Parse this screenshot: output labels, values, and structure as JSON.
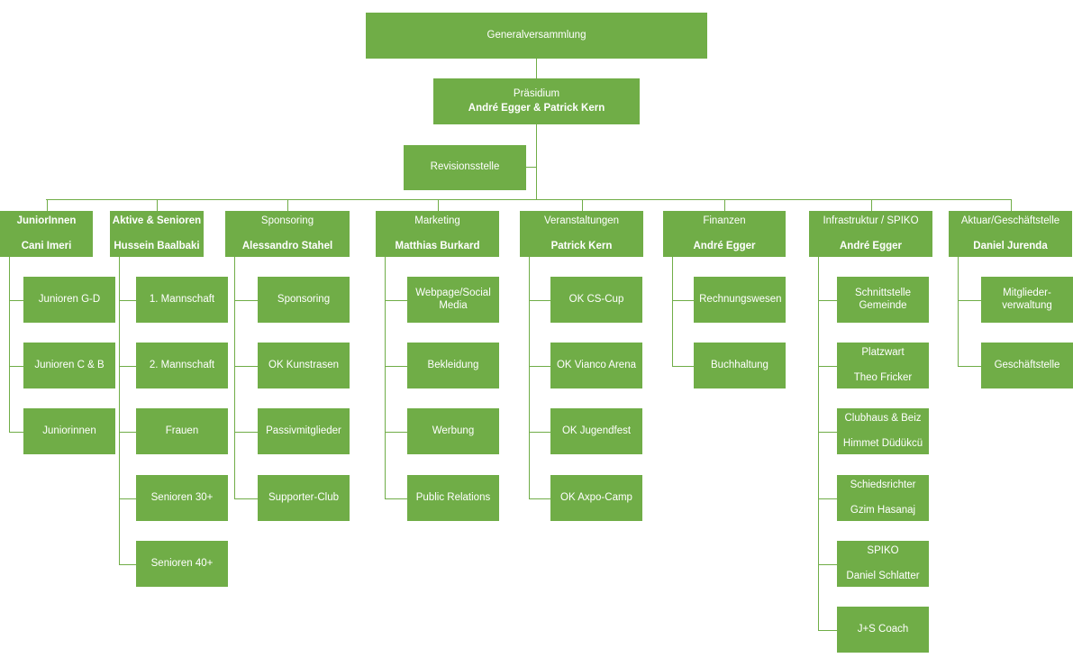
{
  "top": {
    "label": "Generalversammlung"
  },
  "praesidium": {
    "title": "Präsidium",
    "names": "André Egger & Patrick Kern"
  },
  "revision": {
    "label": "Revisionsstelle"
  },
  "departments": [
    {
      "title": "JuniorInnen",
      "lead": "Cani Imeri",
      "children": [
        "Junioren G-D",
        "Junioren C & B",
        "Juniorinnen"
      ]
    },
    {
      "title": "Aktive & Senioren",
      "lead": "Hussein Baalbaki",
      "children": [
        "1. Mannschaft",
        "2. Mannschaft",
        "Frauen",
        "Senioren 30+",
        "Senioren 40+"
      ]
    },
    {
      "title": "Sponsoring",
      "lead": "Alessandro Stahel",
      "children": [
        "Sponsoring",
        "OK Kunstrasen",
        "Passivmitglieder",
        "Supporter-Club"
      ]
    },
    {
      "title": "Marketing",
      "lead": "Matthias Burkard",
      "children": [
        "Webpage/Social Media",
        "Bekleidung",
        "Werbung",
        "Public Relations"
      ]
    },
    {
      "title": "Veranstaltungen",
      "lead": "Patrick Kern",
      "children": [
        "OK CS-Cup",
        "OK Vianco Arena",
        "OK Jugendfest",
        "OK Axpo-Camp"
      ]
    },
    {
      "title": "Finanzen",
      "lead": "André Egger",
      "children": [
        "Rechnungswesen",
        "Buchhaltung"
      ]
    },
    {
      "title": "Infrastruktur / SPIKO",
      "lead": "André Egger",
      "children": [
        {
          "title": "Schnittstelle Gemeinde"
        },
        {
          "title": "Platzwart",
          "lead": "Theo Fricker"
        },
        {
          "title": "Clubhaus & Beiz",
          "lead": "Himmet Düdükcü"
        },
        {
          "title": "Schiedsrichter",
          "lead": "Gzim Hasanaj"
        },
        {
          "title": "SPIKO",
          "lead": "Daniel Schlatter"
        },
        {
          "title": "J+S Coach"
        }
      ]
    },
    {
      "title": "Aktuar/Geschäftstelle",
      "lead": "Daniel Jurenda",
      "children": [
        "Mitglieder-verwaltung",
        "Geschäftstelle"
      ]
    }
  ],
  "colors": {
    "box": "#70ad47",
    "text": "#ffffff",
    "line": "#70ad47"
  }
}
